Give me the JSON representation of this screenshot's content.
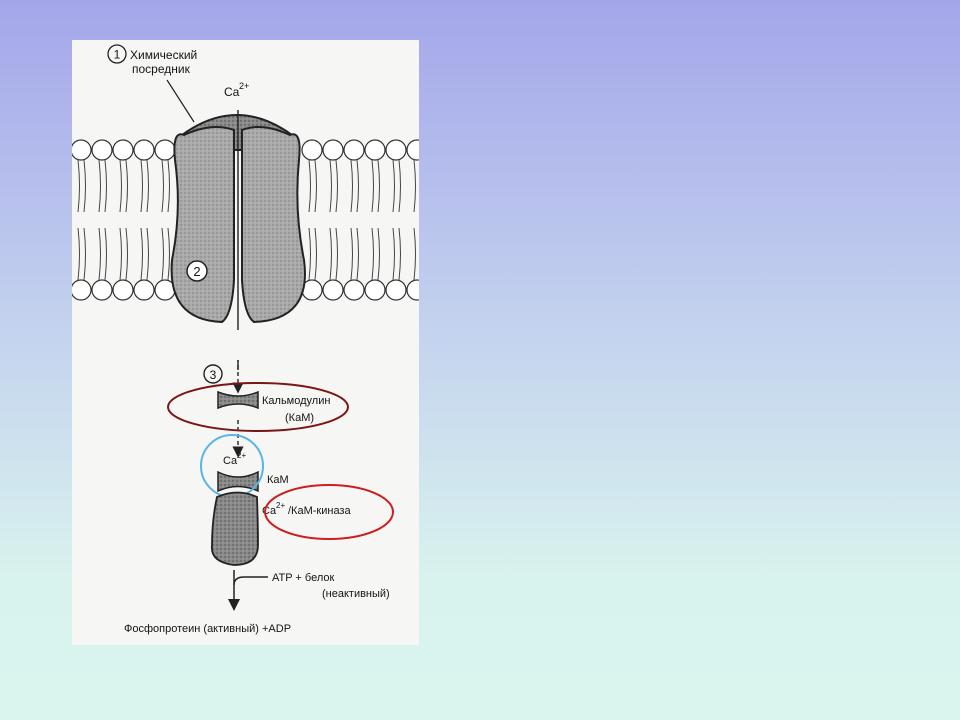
{
  "figure": {
    "callout_1": {
      "number": "1",
      "line1": "Химический",
      "line2": "посредник"
    },
    "callout_2": {
      "number": "2"
    },
    "callout_3": {
      "number": "3"
    },
    "ion": {
      "symbol": "Ca",
      "charge": "2+"
    },
    "calmodulin": {
      "line1": "Кальмодулин",
      "line2": "(КаМ)"
    },
    "complex": {
      "ion_symbol": "Ca",
      "ion_charge": "2+",
      "cam_label": "КаМ"
    },
    "kinase": {
      "prefix": "Ca",
      "charge": "2+",
      "suffix": "/КаМ-киназа"
    },
    "substrate": {
      "line1": "ATP + белок",
      "line2": "(неактивный)"
    },
    "product": "Фосфопротеин  (активный) +ADP",
    "highlight_colors": {
      "calmodulin_ellipse": "#7a1616",
      "ca_circle": "#5ab4e6",
      "kinase_ellipse": "#cc1f1f"
    }
  }
}
